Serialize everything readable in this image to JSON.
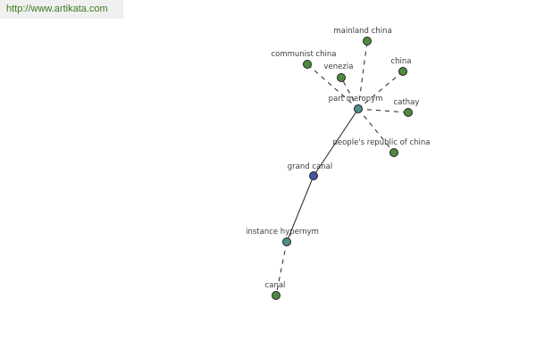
{
  "source_url": "http://www.artikata.com",
  "colors": {
    "leaf_node": "#4f8a3f",
    "relation_node": "#4e8d8a",
    "root_node": "#4555a8",
    "edge": "#222222",
    "url_text": "#3a7a1e"
  },
  "graph": {
    "root": "grand canal",
    "relations": [
      {
        "label": "part meronym",
        "targets": [
          "mainland china",
          "communist china",
          "venezia",
          "china",
          "cathay",
          "people's republic of china"
        ]
      },
      {
        "label": "instance hypernym",
        "targets": [
          "canal"
        ]
      }
    ]
  }
}
